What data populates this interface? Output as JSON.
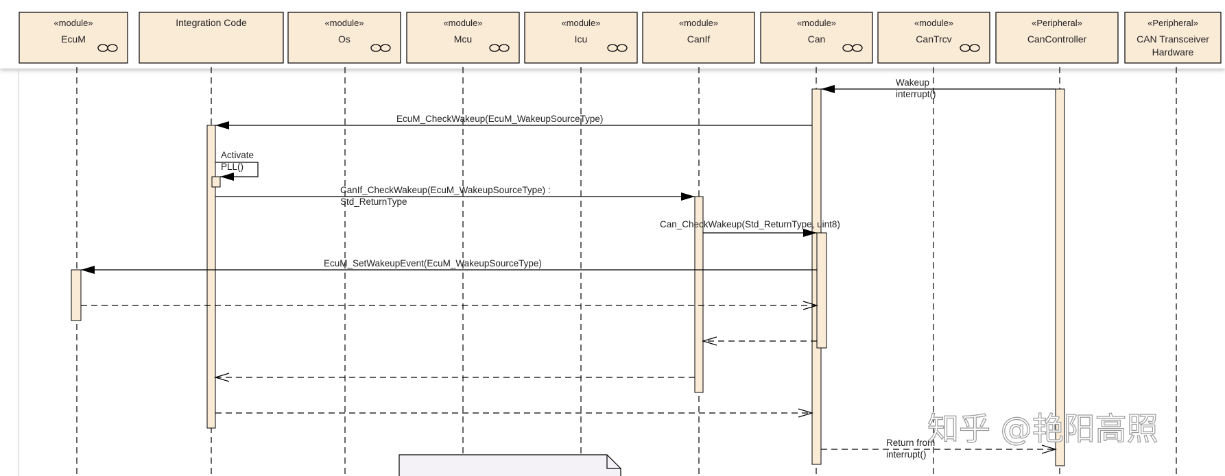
{
  "lifelines": [
    {
      "stereotype": "«module»",
      "name": "EcuM",
      "component_icon": true
    },
    {
      "stereotype": "",
      "name": "Integration Code",
      "component_icon": false
    },
    {
      "stereotype": "«module»",
      "name": "Os",
      "component_icon": true
    },
    {
      "stereotype": "«module»",
      "name": "Mcu",
      "component_icon": true
    },
    {
      "stereotype": "«module»",
      "name": "Icu",
      "component_icon": true
    },
    {
      "stereotype": "«module»",
      "name": "CanIf",
      "component_icon": false
    },
    {
      "stereotype": "«module»",
      "name": "Can",
      "component_icon": true
    },
    {
      "stereotype": "«module»",
      "name": "CanTrcv",
      "component_icon": true
    },
    {
      "stereotype": "«Peripheral»",
      "name": "CanController",
      "component_icon": false
    },
    {
      "stereotype": "«Peripheral»",
      "name": "CAN Transceiver\nHardware",
      "component_icon": false
    }
  ],
  "messages": [
    {
      "from": "CanController",
      "to": "Can",
      "label": "Wakeup\ninterrupt()",
      "kind": "call"
    },
    {
      "from": "Can",
      "to": "Integration Code",
      "label": "EcuM_CheckWakeup(EcuM_WakeupSourceType)",
      "kind": "call"
    },
    {
      "from": "Integration Code",
      "to": "Integration Code",
      "label": "Activate\nPLL()",
      "kind": "self"
    },
    {
      "from": "Integration Code",
      "to": "CanIf",
      "label": "CanIf_CheckWakeup(EcuM_WakeupSourceType) :\nStd_ReturnType",
      "kind": "call"
    },
    {
      "from": "CanIf",
      "to": "Can",
      "label": "Can_CheckWakeup(Std_ReturnType, uint8)",
      "kind": "call"
    },
    {
      "from": "Can",
      "to": "EcuM",
      "label": "EcuM_SetWakeupEvent(EcuM_WakeupSourceType)",
      "kind": "call"
    },
    {
      "from": "EcuM",
      "to": "Can",
      "label": "",
      "kind": "return"
    },
    {
      "from": "Can",
      "to": "CanIf",
      "label": "",
      "kind": "return"
    },
    {
      "from": "CanIf",
      "to": "Integration Code",
      "label": "",
      "kind": "return"
    },
    {
      "from": "Integration Code",
      "to": "Can",
      "label": "",
      "kind": "return"
    },
    {
      "from": "Can",
      "to": "CanController",
      "label": "Return from\ninterrupt()",
      "kind": "return"
    }
  ],
  "watermark": "知乎 @艳阳高照",
  "colors": {
    "header_fill": "#faebd7",
    "activation_fill": "#faebd7",
    "note_fill": "#f4f2f6",
    "line": "#000000"
  }
}
